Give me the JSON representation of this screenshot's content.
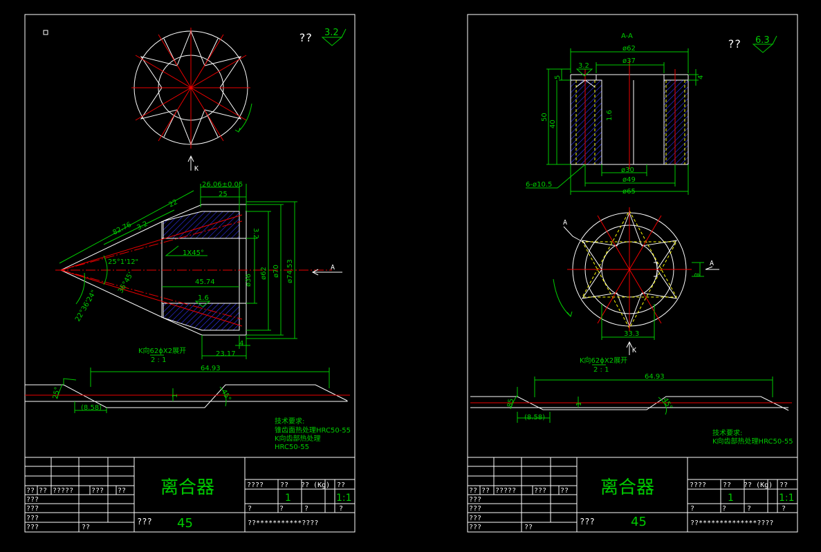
{
  "left": {
    "roughness": {
      "q": "??",
      "val": "3.2"
    },
    "dims": {
      "d1": "26.06±0.05",
      "d2": "25",
      "d3": "22",
      "d4": "82.76",
      "d5": "3.2",
      "d6": "1X45°",
      "d7": "25°1'12\"",
      "d8": "45.74",
      "d9": "36°45'",
      "d10": "22°36'24\"",
      "d11": "1.6",
      "d12": "3.2",
      "d13": "ø36",
      "d14": "ø62",
      "d15": "ø70",
      "d16": "ø74.53",
      "d17": "4",
      "d18": "23.17",
      "d19": "A",
      "d20": "K"
    },
    "kview": {
      "label": "K向62ϕX2展开",
      "scale": "2 : 1"
    },
    "profile": {
      "len": "64.93",
      "a1": "25°",
      "a2": "45°",
      "bot": "(8.58)",
      "t": "1"
    },
    "notes": {
      "title": "技术要求:",
      "l1": "锥齿面热处理HRC50-55",
      "l2": "K向齿部热处理",
      "l3": "HRC50-55"
    },
    "tb": {
      "title": "离合器",
      "material": "45",
      "c1": "????",
      "c2": "??",
      "c3": "?? (Kg)",
      "c4": "??",
      "count": "1",
      "scale": "1:1",
      "q": "?",
      "code": "??***********????",
      "r1": "??",
      "r2": "??",
      "r3": "?????",
      "r4": "???",
      "r5": "??",
      "s1": "???",
      "s2": "???",
      "s3": "???",
      "s4": "???",
      "s5": "??",
      "mat_lbl": "???"
    }
  },
  "right": {
    "roughness": {
      "q": "??",
      "val": "6.3"
    },
    "section": "A-A",
    "dims": {
      "d1": "ø62",
      "d2": "ø37",
      "d3": "3.2",
      "d4": "5",
      "d5": "4",
      "d6": "50",
      "d7": "40",
      "d8": "1.6",
      "d9": "ø30",
      "d10": "ø49",
      "d11": "ø65",
      "d12": "6-ø10.5",
      "d13": "A",
      "d14": "A",
      "d15": "8",
      "d16": "33.3",
      "d17": "K"
    },
    "kview": {
      "label": "K向62ϕX2展开",
      "scale": "2 : 1"
    },
    "profile": {
      "len": "64.93",
      "a1": "85",
      "a2": "45°",
      "bot": "(8.58)",
      "t": "1"
    },
    "notes": {
      "title": "技术要求:",
      "l1": "K向齿部热处理HRC50-55"
    },
    "tb": {
      "title": "离合器",
      "material": "45",
      "c1": "????",
      "c2": "??",
      "c3": "?? (Kg)",
      "c4": "??",
      "count": "1",
      "scale": "1:1",
      "q": "?",
      "code": "??**************????",
      "r1": "??",
      "r2": "??",
      "r3": "?????",
      "r4": "???",
      "r5": "??",
      "s1": "???",
      "s2": "???",
      "s3": "???",
      "s4": "???",
      "s5": "??",
      "mat_lbl": "???"
    }
  },
  "colors": {
    "line": "#ffffff",
    "dim": "#00cc00",
    "center": "#ee0000",
    "hatch": "#3333ff"
  }
}
